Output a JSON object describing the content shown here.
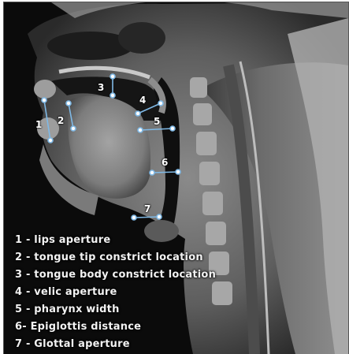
{
  "measurement_labels": [
    {
      "num": "1"
    },
    {
      "num": "2"
    },
    {
      "num": "3"
    },
    {
      "num": "4"
    },
    {
      "num": "5"
    },
    {
      "num": "6"
    },
    {
      "num": "7"
    }
  ],
  "legend": [
    "1 - lips aperture",
    "2 - tongue tip constrict location",
    "3 - tongue body constrict location",
    "4 - velic aperture",
    "5 - pharynx width",
    "6- Epiglottis distance",
    "7 - Glottal aperture"
  ],
  "colors": {
    "background": "#0b0b0b",
    "marker_line": "#7fb9e6",
    "marker_point": "#ffffff",
    "text": "#f2f2f2"
  }
}
